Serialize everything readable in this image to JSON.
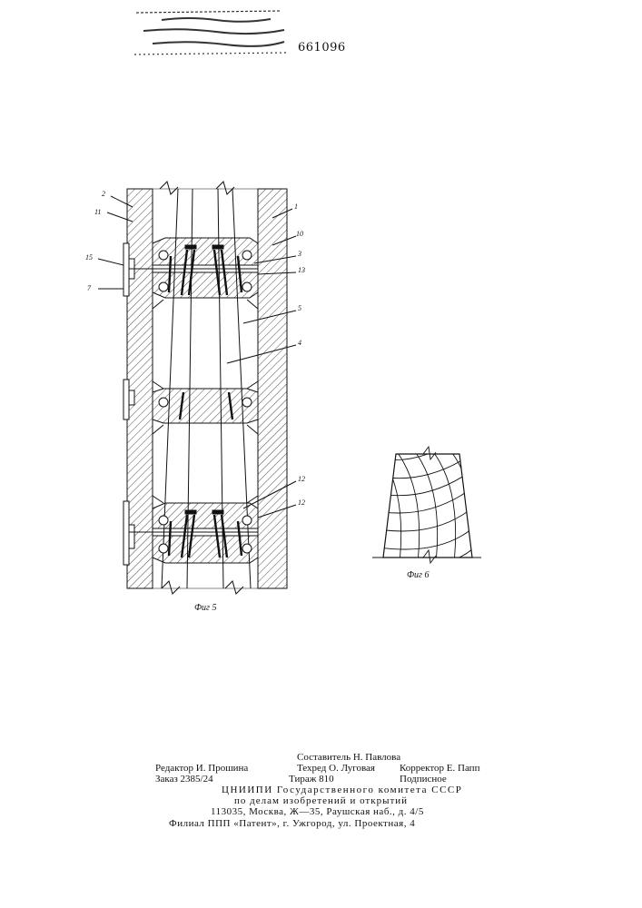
{
  "patent_number": "661096",
  "figures": {
    "fig5": {
      "caption": "Фиг 5",
      "labels": [
        "2",
        "11",
        "15",
        "7",
        "1",
        "10",
        "3",
        "13",
        "5",
        "4",
        "12",
        "12"
      ]
    },
    "fig6": {
      "caption": "Фиг 6"
    }
  },
  "footer": {
    "composer": "Составитель Н. Павлова",
    "editor": "Редактор И. Прошина",
    "tech_editor": "Техред О. Луговая",
    "corrector": "Корректор Е. Папп",
    "order": "Заказ 2385/24",
    "circulation": "Тираж 810",
    "subscription": "Подписное",
    "org_line1": "ЦНИИПИ Государственного комитета СССР",
    "org_line2": "по делам изобретений и открытий",
    "address": "113035, Москва, Ж—35, Раушская наб., д. 4/5",
    "branch": "Филиал ППП «Патент», г. Ужгород, ул. Проектная, 4"
  }
}
